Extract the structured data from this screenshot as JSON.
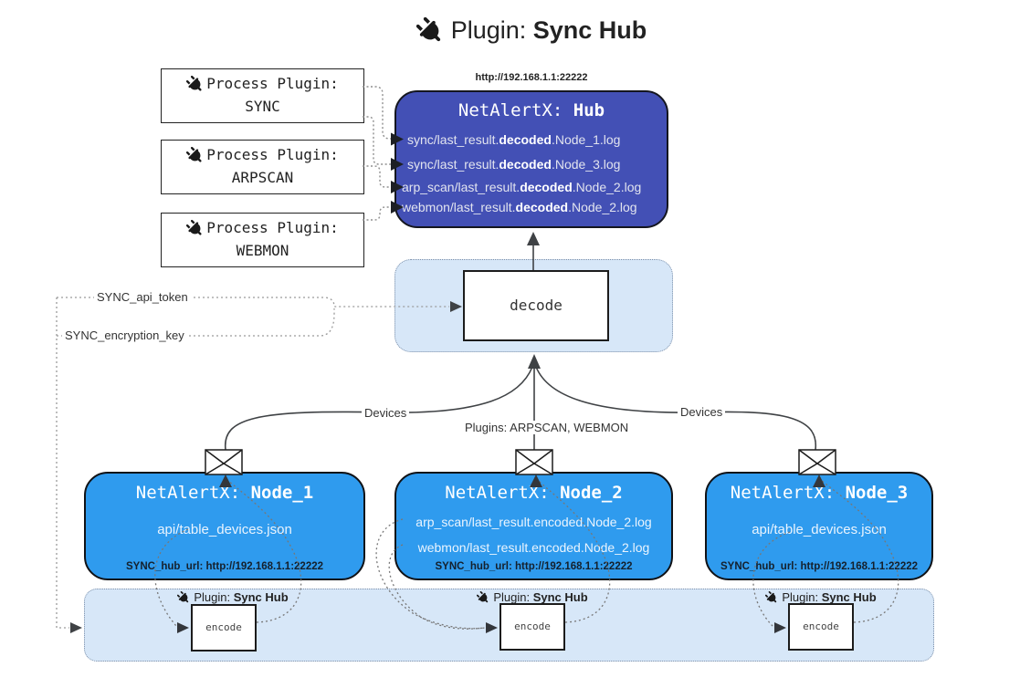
{
  "title": {
    "label": "Plugin: ",
    "label_bold": "Sync Hub"
  },
  "colors": {
    "hub_fill": "#4350B5",
    "node_fill": "#2F9BEE",
    "panel_fill": "#D7E7F8",
    "line": "#444444"
  },
  "process_plugins": [
    {
      "label": "Process Plugin:",
      "name": "SYNC"
    },
    {
      "label": "Process Plugin:",
      "name": "ARPSCAN"
    },
    {
      "label": "Process Plugin:",
      "name": "WEBMON"
    }
  ],
  "hub": {
    "url": "http://192.168.1.1:22222",
    "title": "NetAlertX: ",
    "title_bold": "Hub",
    "logs": [
      {
        "pre": "sync/last_result.",
        "bold": "decoded",
        "post": ".Node_1.log"
      },
      {
        "pre": "sync/last_result.",
        "bold": "decoded",
        "post": ".Node_3.log"
      },
      {
        "pre": "arp_scan/last_result.",
        "bold": "decoded",
        "post": ".Node_2.log"
      },
      {
        "pre": "webmon/last_result.",
        "bold": "decoded",
        "post": ".Node_2.log"
      }
    ]
  },
  "decode": {
    "label": "decode"
  },
  "keys": {
    "api_token": "SYNC_api_token",
    "encryption_key": "SYNC_encryption_key"
  },
  "edge_labels": {
    "devices_left": "Devices",
    "devices_right": "Devices",
    "plugins_mid": "Plugins: ARPSCAN, WEBMON"
  },
  "nodes": [
    {
      "title": "NetAlertX: ",
      "title_bold": "Node_1",
      "lines": [
        "api/table_devices.json"
      ],
      "hub_url": "SYNC_hub_url: http://192.168.1.1:22222"
    },
    {
      "title": "NetAlertX: ",
      "title_bold": "Node_2",
      "lines": [
        "arp_scan/last_result.encoded.Node_2.log",
        "webmon/last_result.encoded.Node_2.log"
      ],
      "hub_url": "SYNC_hub_url: http://192.168.1.1:22222"
    },
    {
      "title": "NetAlertX: ",
      "title_bold": "Node_3",
      "lines": [
        "api/table_devices.json"
      ],
      "hub_url": "SYNC_hub_url: http://192.168.1.1:22222"
    }
  ],
  "sync_hub_plugin": {
    "label": "Plugin: ",
    "label_bold": "Sync Hub",
    "encode": "encode"
  }
}
